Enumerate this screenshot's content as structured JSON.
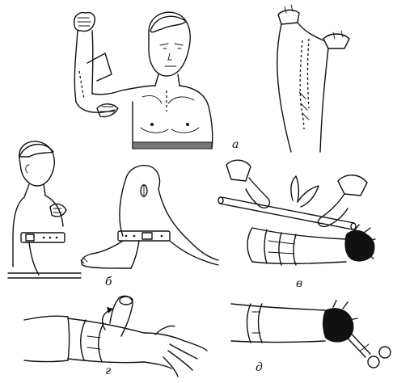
{
  "labels": {
    "a": "а",
    "b": "б",
    "v": "в",
    "g": "г",
    "d": "д"
  }
}
